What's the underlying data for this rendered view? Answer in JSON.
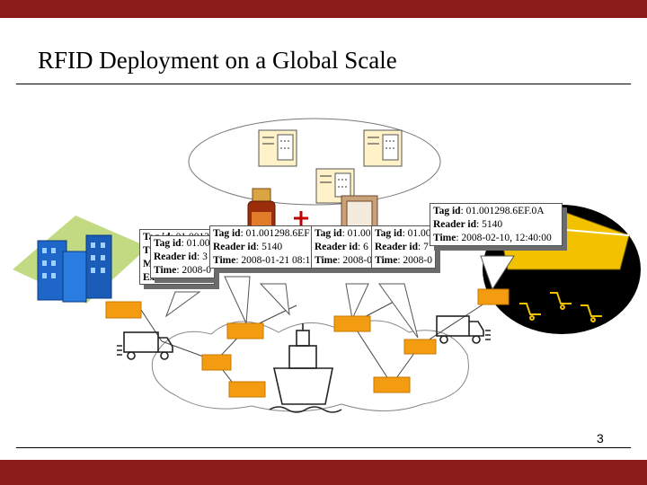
{
  "slide": {
    "title": "RFID Deployment on a Global Scale",
    "page_number": "3",
    "accent_color": "#8b1a1a",
    "node_color": "#f39c12"
  },
  "callouts": [
    {
      "lines": [
        {
          "label": "Tag id",
          "value": ": 01.0012"
        },
        {
          "label": "Ti",
          "value": ""
        },
        {
          "label": "M",
          "value": ""
        },
        {
          "label": "Ex",
          "value": ""
        }
      ]
    },
    {
      "lines": [
        {
          "label": "Tag id",
          "value": ": 01.00"
        },
        {
          "label": "Reader id",
          "value": ": 3"
        },
        {
          "label": "Time",
          "value": ": 2008-0"
        }
      ]
    },
    {
      "lines": [
        {
          "label": "Tag id",
          "value": ": 01.001298.6EF"
        },
        {
          "label": "Reader id",
          "value": ": 5140"
        },
        {
          "label": "Time",
          "value": ": 2008-01-21 08:1"
        }
      ]
    },
    {
      "lines": [
        {
          "label": "Tag id",
          "value": ": 01.00"
        },
        {
          "label": "Reader id",
          "value": ": 6"
        },
        {
          "label": "Time",
          "value": ": 2008-0"
        }
      ]
    },
    {
      "lines": [
        {
          "label": "Tag id",
          "value": ": 01.00"
        },
        {
          "label": "Reader id",
          "value": ": 7"
        },
        {
          "label": "Time",
          "value": ": 2008-0"
        }
      ]
    },
    {
      "lines": [
        {
          "label": "Tag id",
          "value": ": 01.001298.6EF.0A"
        },
        {
          "label": "Reader id",
          "value": ": 5140"
        },
        {
          "label": "Time",
          "value": ": 2008-02-10, 12:40:00"
        }
      ]
    }
  ]
}
